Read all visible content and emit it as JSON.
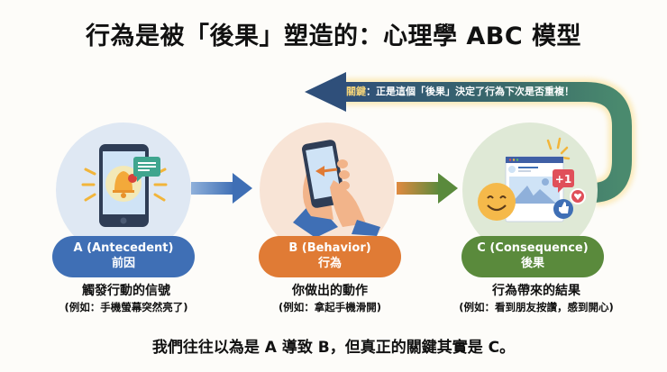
{
  "title": "行為是被「後果」塑造的：心理學 ABC 模型",
  "feedback_loop": {
    "key_label": "關鍵",
    "text": "：正是這個「後果」決定了行為下次是否重複！"
  },
  "stages": [
    {
      "letter_label": "A (Antecedent)",
      "zh_label": "前因",
      "description": "觸發行動的信號",
      "example": "(例如：手機螢幕突然亮了)",
      "color": "#3f6fb5",
      "icon": "phone-notification-bell-icon"
    },
    {
      "letter_label": "B (Behavior)",
      "zh_label": "行為",
      "description": "你做出的動作",
      "example": "(例如：拿起手機滑開)",
      "color": "#e07b35",
      "icon": "hand-swiping-phone-icon"
    },
    {
      "letter_label": "C (Consequence)",
      "zh_label": "後果",
      "description": "行為帶來的結果",
      "example": "(例如：看到朋友按讚，感到開心)",
      "color": "#5a8a3c",
      "icon": "social-post-smiley-like-icon"
    }
  ],
  "social_badge": "+1",
  "footer": "我們往往以為是 A 導致 B，但真正的關鍵其實是 C。"
}
